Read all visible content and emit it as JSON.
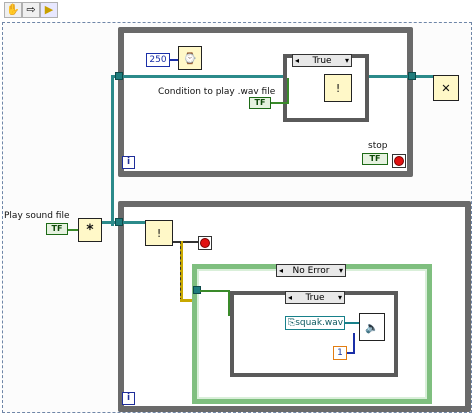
{
  "toolbar": {
    "tools": [
      {
        "name": "operate-hand-icon",
        "glyph": "✋"
      },
      {
        "name": "arrow-right-icon",
        "glyph": "⇨"
      },
      {
        "name": "run-highlight-icon",
        "glyph": "▶"
      }
    ]
  },
  "top_loop": {
    "wait_constant": "250",
    "wait_icon": "⌚",
    "case_selector": "True",
    "condition_label": "Condition to play .wav file",
    "bool_ctrl": "TF",
    "stop_label": "stop",
    "stop_ctrl": "TF",
    "iteration": "i",
    "release_icon": "✕"
  },
  "left": {
    "play_label": "Play sound file",
    "play_ctrl": "TF",
    "play_icon": "*"
  },
  "bottom_loop": {
    "error_case_selector": "No Error",
    "inner_case_selector": "True",
    "file_path": "squak.wav",
    "count_constant": "1",
    "speaker_icon": "🔈",
    "iteration": "i"
  },
  "colors": {
    "error_wire": "#2b8a8a",
    "bool_wire": "#3a8a2a",
    "numeric_wire_blue": "#1a2fa8",
    "i32_wire": "#e27d12"
  }
}
